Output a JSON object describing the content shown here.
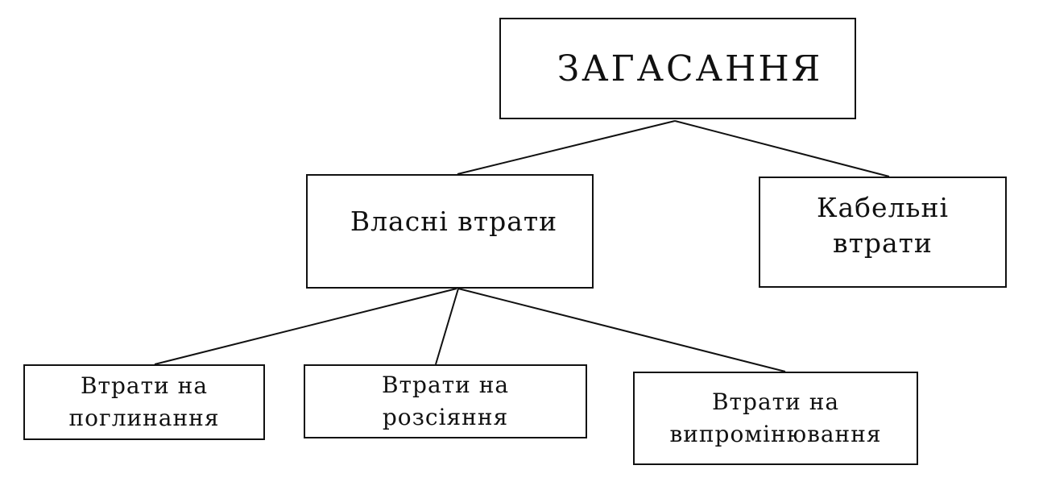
{
  "diagram": {
    "root": {
      "label": "ЗАГАСАННЯ"
    },
    "own_losses": {
      "label": "Власні втрати"
    },
    "cable_losses": {
      "label": "Кабельні\nвтрати"
    },
    "absorption_losses": {
      "label": "Втрати на\nпоглинання"
    },
    "scattering_losses": {
      "label": "Втрати на\nрозсіяння"
    },
    "radiation_losses": {
      "label": "Втрати на\nвипромінювання"
    },
    "edges": [
      {
        "from": "root",
        "to": "own_losses"
      },
      {
        "from": "root",
        "to": "cable_losses"
      },
      {
        "from": "own_losses",
        "to": "absorption_losses"
      },
      {
        "from": "own_losses",
        "to": "scattering_losses"
      },
      {
        "from": "own_losses",
        "to": "radiation_losses"
      }
    ]
  },
  "colors": {
    "line": "#111111",
    "background": "#ffffff"
  }
}
